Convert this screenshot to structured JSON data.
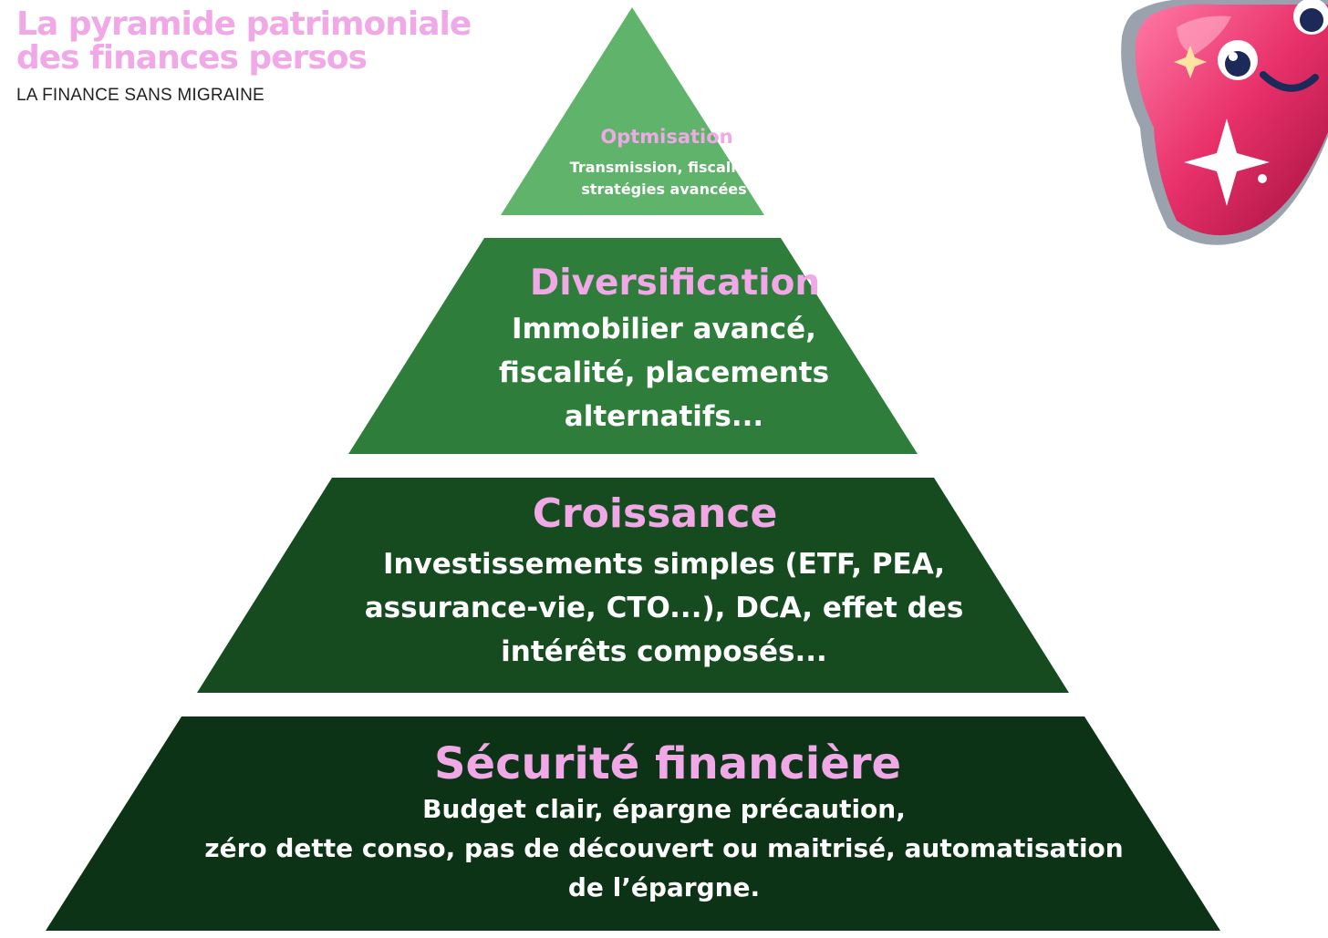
{
  "header": {
    "title_line1": "La pyramide patrimoniale",
    "title_line2": "des finances persos",
    "subtitle": "LA FINANCE SANS MIGRAINE"
  },
  "pyramid": {
    "tiers": [
      {
        "heading": "Optmisation",
        "body": "Transmission, fiscalité,\nstratégies avancées",
        "color": "#5fb36a"
      },
      {
        "heading": "Diversification",
        "body": "Immobilier avancé,\nfiscalité, placements\nalternatifs...",
        "color": "#2e7d3b"
      },
      {
        "heading": "Croissance",
        "body": "Investissements simples (ETF, PEA,\nassurance-vie, CTO...), DCA, effet des\nintérêts composés...",
        "color": "#154b1f"
      },
      {
        "heading": "Sécurité financière",
        "body": "Budget clair, épargne précaution,\nzéro dette conso, pas de découvert ou maitrisé, automatisation\nde l’épargne.",
        "color": "#0c3316"
      }
    ]
  },
  "colors": {
    "accent": "#f0a8e6",
    "mascot": "#e8306a"
  },
  "icons": {
    "mascot": "smiling-gem-mascot-icon"
  }
}
